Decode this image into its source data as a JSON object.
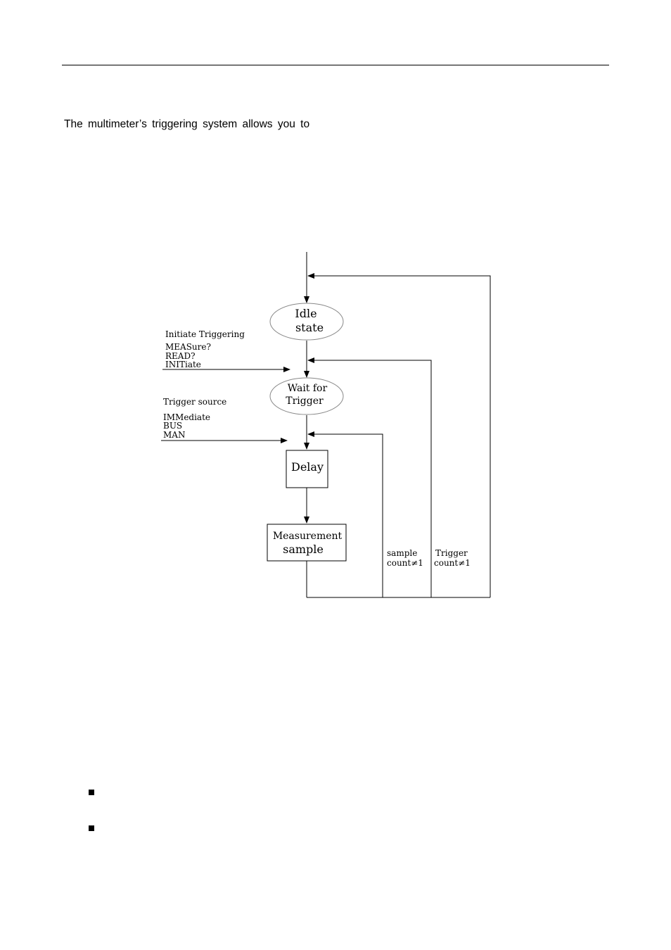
{
  "intro_text": "The multimeter’s triggering system allows you to",
  "diagram": {
    "idle_line1": "Idle",
    "idle_line2": "state",
    "wait_line1": "Wait for",
    "wait_line2": "Trigger",
    "delay": "Delay",
    "measure_line1": "Measurement",
    "measure_line2": "sample",
    "initiate_title": "Initiate Triggering",
    "initiate_cmds": [
      "MEASure?",
      "READ?",
      "INITiate"
    ],
    "source_title": "Trigger source",
    "source_opts": [
      "IMMediate",
      "BUS",
      "MAN"
    ],
    "sample_line1": "sample",
    "sample_line2": "count≠1",
    "trigger_line1": "Trigger",
    "trigger_line2": "count≠1"
  },
  "bullets": 2
}
